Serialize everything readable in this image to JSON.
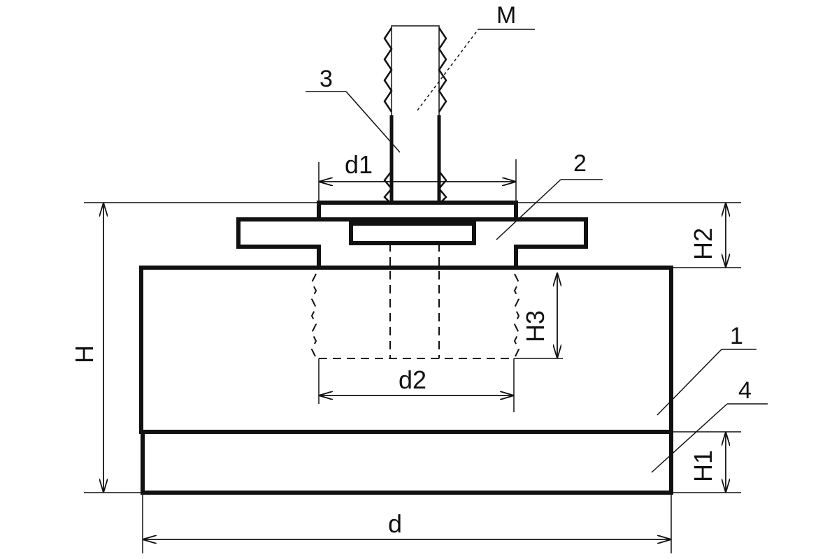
{
  "labels": {
    "thread": "M",
    "stud": "3",
    "washer": "2",
    "body": "1",
    "base": "4"
  },
  "dimensions": {
    "d1": "d1",
    "d2": "d2",
    "d": "d",
    "H": "H",
    "H1": "H1",
    "H2": "H2",
    "H3": "H3"
  }
}
